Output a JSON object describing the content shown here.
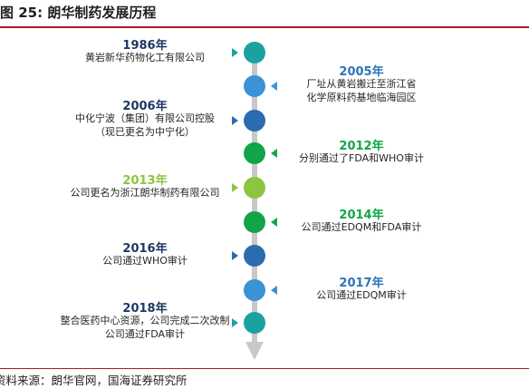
{
  "figure_title": "图 25:  朗华制药发展历程",
  "source": "资料来源：朗华官网，国海证券研究所",
  "colors": {
    "axis": "#c8c8c8",
    "teal": "#1ba2a0",
    "blue": "#3b92d5",
    "navy": "#2a6cae",
    "green": "#11a548",
    "lime": "#8cc541",
    "rule": "#9e1f23"
  },
  "events": [
    {
      "year": "1986年",
      "lines": [
        "黄岩新华药物化工有限公司"
      ],
      "side": "left",
      "color": "#1ba2a0",
      "year_color": "#1f3864"
    },
    {
      "year": "2005年",
      "lines": [
        "厂址从黄岩搬迁至浙江省",
        "化学原料药基地临海园区"
      ],
      "side": "right",
      "color": "#3b92d5",
      "year_color": "#2e75b6"
    },
    {
      "year": "2006年",
      "lines": [
        "中化宁波（集团）有限公司控股",
        "（现已更名为中宁化）"
      ],
      "side": "left",
      "color": "#2a6cae",
      "year_color": "#1f3864"
    },
    {
      "year": "2012年",
      "lines": [
        "分别通过了FDA和WHO审计"
      ],
      "side": "right",
      "color": "#11a548",
      "year_color": "#11a548"
    },
    {
      "year": "2013年",
      "lines": [
        "公司更名为浙江朗华制药有限公司"
      ],
      "side": "left",
      "color": "#8cc541",
      "year_color": "#8cc541"
    },
    {
      "year": "2014年",
      "lines": [
        "公司通过EDQM和FDA审计"
      ],
      "side": "right",
      "color": "#11a548",
      "year_color": "#11a548"
    },
    {
      "year": "2016年",
      "lines": [
        "公司通过WHO审计"
      ],
      "side": "left",
      "color": "#2a6cae",
      "year_color": "#1f3864"
    },
    {
      "year": "2017年",
      "lines": [
        "公司通过EDQM审计"
      ],
      "side": "right",
      "color": "#3b92d5",
      "year_color": "#2e75b6"
    },
    {
      "year": "2018年",
      "lines": [
        "整合医药中心资源，公司完成二次改制",
        "公司通过FDA审计"
      ],
      "side": "left",
      "color": "#1ba2a0",
      "year_color": "#1f3864"
    }
  ]
}
